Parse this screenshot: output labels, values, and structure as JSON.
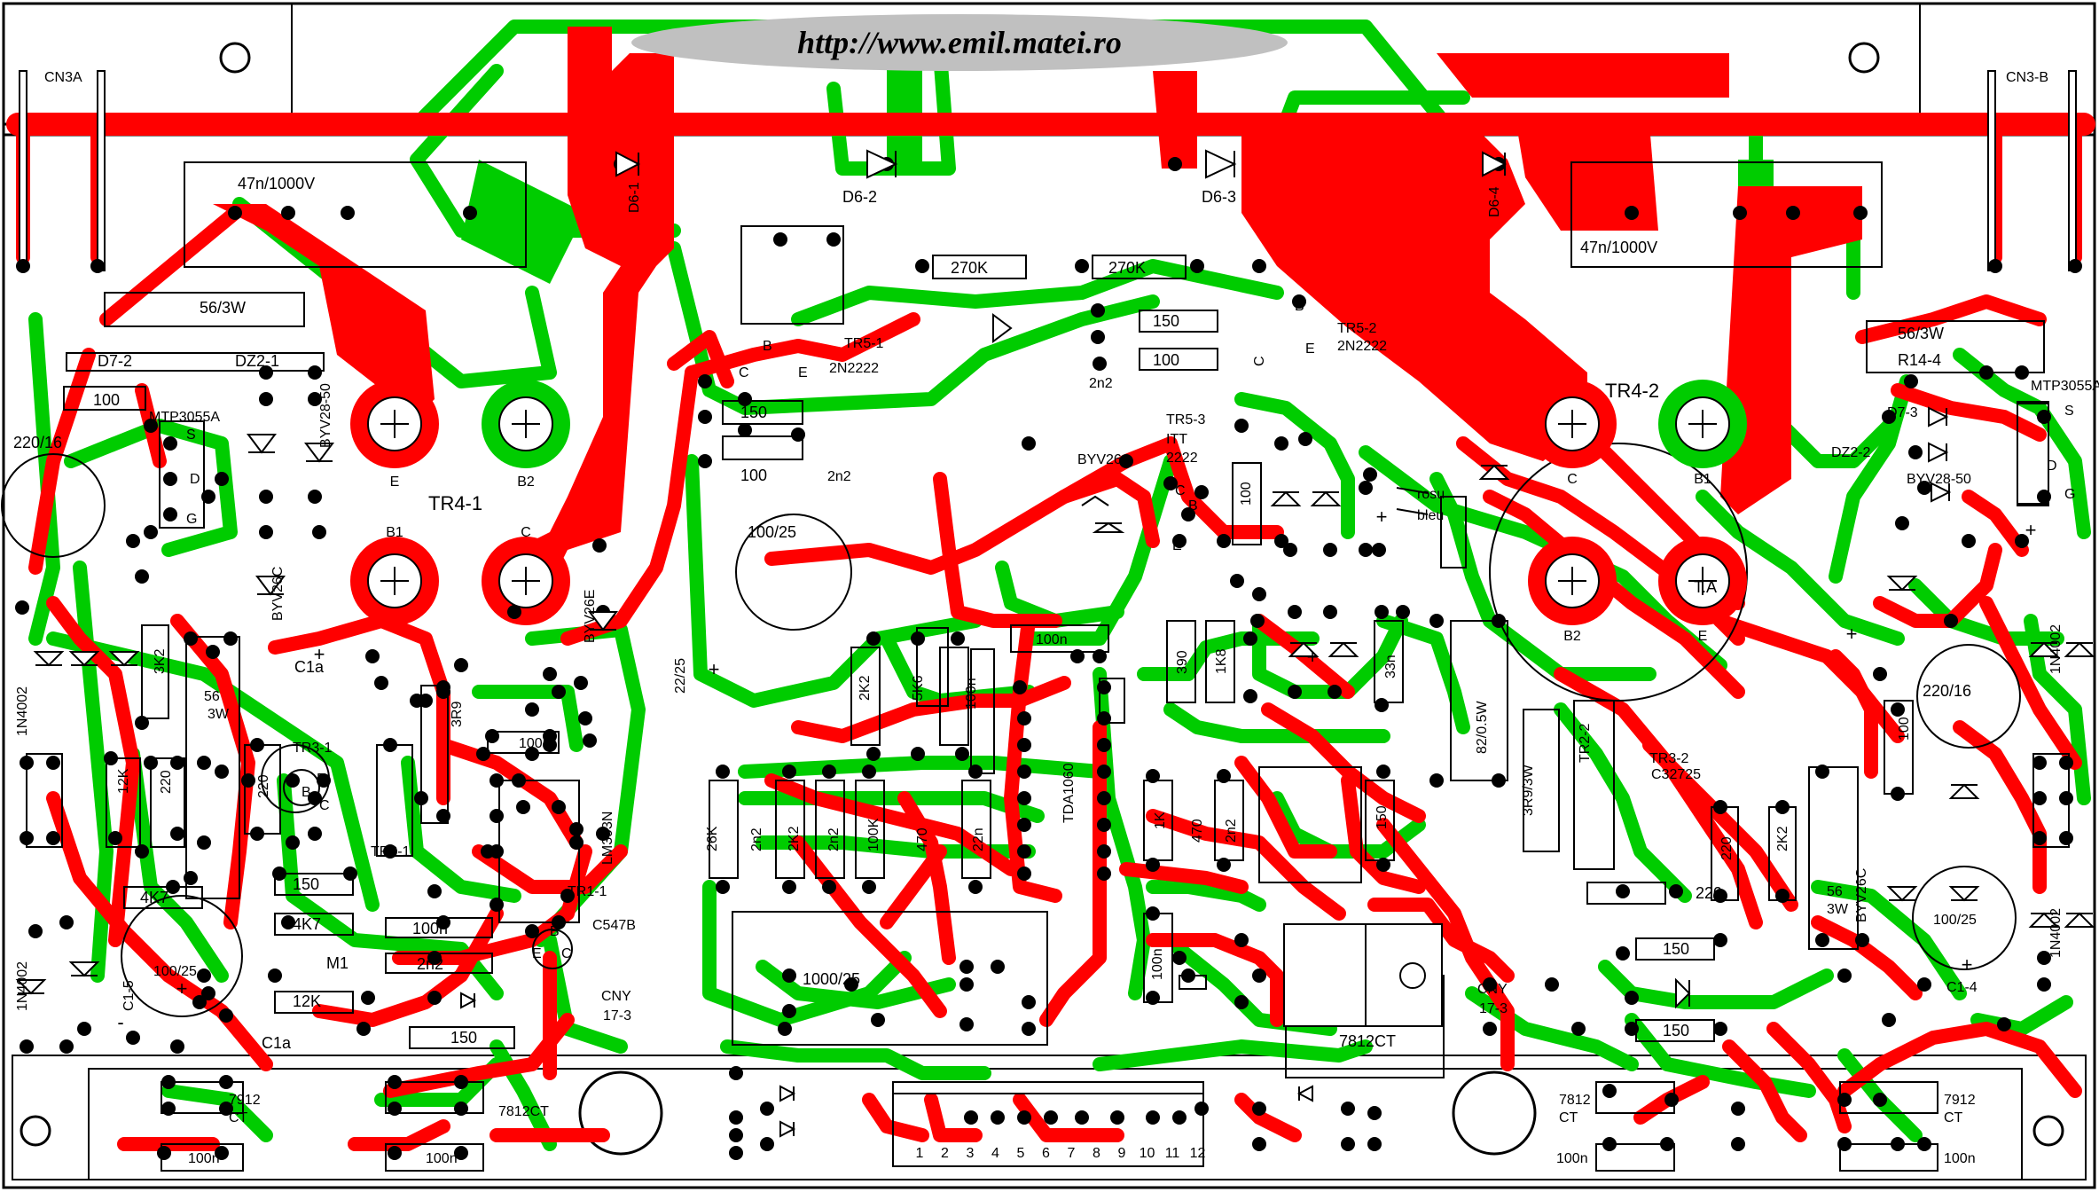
{
  "header": {
    "url": "http://www.emil.matei.ro"
  },
  "colors": {
    "top_copper": "#ff0000",
    "bottom_copper": "#00cc00",
    "silk": "#000000",
    "banner": "#c0c0c0"
  },
  "connectors": {
    "left": "CN3A",
    "right": "CN3-B"
  },
  "capacitors_hv": {
    "left": "47n/1000V",
    "right": "47n/1000V"
  },
  "resistors": {
    "r56_left": "56/3W",
    "r56_right": "56/3W",
    "r14_4": "R14-4",
    "r270k_a": "270K",
    "r270k_b": "270K",
    "r100_left": "100",
    "r150_tr5": "150",
    "r100_tr5": "100",
    "r150_tr52": "150",
    "r100_tr52": "100",
    "r100_tr53": "100",
    "r390": "390",
    "r1k8": "1K8",
    "r82": "82/0.5W",
    "r2k2_a": "2K2",
    "r5k6": "5K6",
    "r26k": "26K",
    "r2k2_b": "2K2",
    "r100k": "100K",
    "r1k": "1K",
    "r150_mid": "150",
    "r3r9_left": "3R9",
    "r3k2": "3K2",
    "r12k_a": "12K",
    "r220_a": "220",
    "r4k7_a": "4K7",
    "r150_b": "150",
    "r4k7_b": "4K7",
    "rm1": "M1",
    "r12k_b": "12K",
    "r150_c": "150",
    "r56_3w_l": "56",
    "r3w_l": "3W",
    "r3r9_right": "3R9/3W",
    "r220_r": "220",
    "r220_r2": "220",
    "r2k2_r": "2K2",
    "r150_r1": "150",
    "r150_r2": "150",
    "r100_r": "100",
    "r56_3w_r": "56",
    "r3w_r": "3W"
  },
  "transistors": {
    "tr4_1": "TR4-1",
    "tr4_2": "TR4-2",
    "tr5_1": "TR5-1",
    "tr5_1_type": "2N2222",
    "tr5_2": "TR5-2",
    "tr5_2_type": "2N2222",
    "tr5_3": "TR5-3",
    "tr5_3_type": "ITT",
    "tr5_3_num": "2222",
    "tr3_1": "TR3-1",
    "tr3_2": "TR3-2",
    "tr3_2_type": "C32725",
    "tr1_1": "TR1-1",
    "tr1_1_type": "C547B",
    "tr2_1": "TR2-1",
    "tr2_2": "TR2-2",
    "mtp_l": "MTP3055A",
    "mtp_r": "MTP3055A",
    "ta": "T.A"
  },
  "pins": {
    "e": "E",
    "b": "B",
    "c": "C",
    "b1": "B1",
    "b2": "B2",
    "s": "S",
    "d": "D",
    "g": "G"
  },
  "diodes": {
    "d6_1": "D6-1",
    "d6_2": "D6-2",
    "d6_3": "D6-3",
    "d6_4": "D6-4",
    "d7_2": "D7-2",
    "dz2_1": "DZ2-1",
    "d7_3": "D7-3",
    "dz2_2": "DZ2-2",
    "byv28_l": "BYV28-50",
    "byv28_r": "BYV28-50",
    "byv26c_l": "BYV26C",
    "byv26e": "BYV26E",
    "byv26": "BYV26",
    "byv26c_r": "BYV26C",
    "n4002_a": "1N4002",
    "n4002_b": "1N4002",
    "n4002_c": "1N4002",
    "n4002_d": "1N4002"
  },
  "caps": {
    "c220_l": "220/16",
    "c220_r": "220/16",
    "c1a_top": "C1a",
    "c1a_bot": "C1a",
    "c2n2_a": "2n2",
    "c2n2_b": "2n2",
    "c100_25_mid": "100/25",
    "c22_25": "22/25",
    "c100n_mid": "100n",
    "c100n_v": "100n",
    "c2n2_c": "2n2",
    "c2n2_d": "2n2",
    "c470_a": "470",
    "c22n": "22n",
    "c33n": "33n",
    "c470_b": "470",
    "c2n2_e": "2n2",
    "c1000": "1000/25",
    "c100n_low": "100n",
    "c100n_l1": "100n",
    "c100n_l2": "100n",
    "c2n2_l": "2n2",
    "c100_25_l": "100/25",
    "c1_5": "C1-5",
    "c100_25_r": "100/25",
    "c1_4": "C1-4",
    "c100n_b1": "100n",
    "c100n_b2": "100n",
    "c100n_b3": "100n",
    "c100n_b4": "100n"
  },
  "ics": {
    "tda": "TDA1060",
    "lm393": "LM393N",
    "cny_l": "CNY",
    "cny_l2": "17-3",
    "cny_r": "CNY",
    "cny_r2": "17-3"
  },
  "regulators": {
    "r7812_mid": "7812CT",
    "r7912_l": "7912",
    "ct_l": "CT",
    "r7812_l": "7812CT",
    "r7812_r": "7812",
    "ct_r": "CT",
    "r7912_r": "7912",
    "ct_r2": "CT"
  },
  "wires": {
    "rosu": "rosu",
    "bleu": "bleu"
  },
  "terminal_numbers": [
    "1",
    "2",
    "3",
    "4",
    "5",
    "6",
    "7",
    "8",
    "9",
    "10",
    "11",
    "12"
  ],
  "polarity": {
    "plus": "+",
    "minus": "-"
  }
}
